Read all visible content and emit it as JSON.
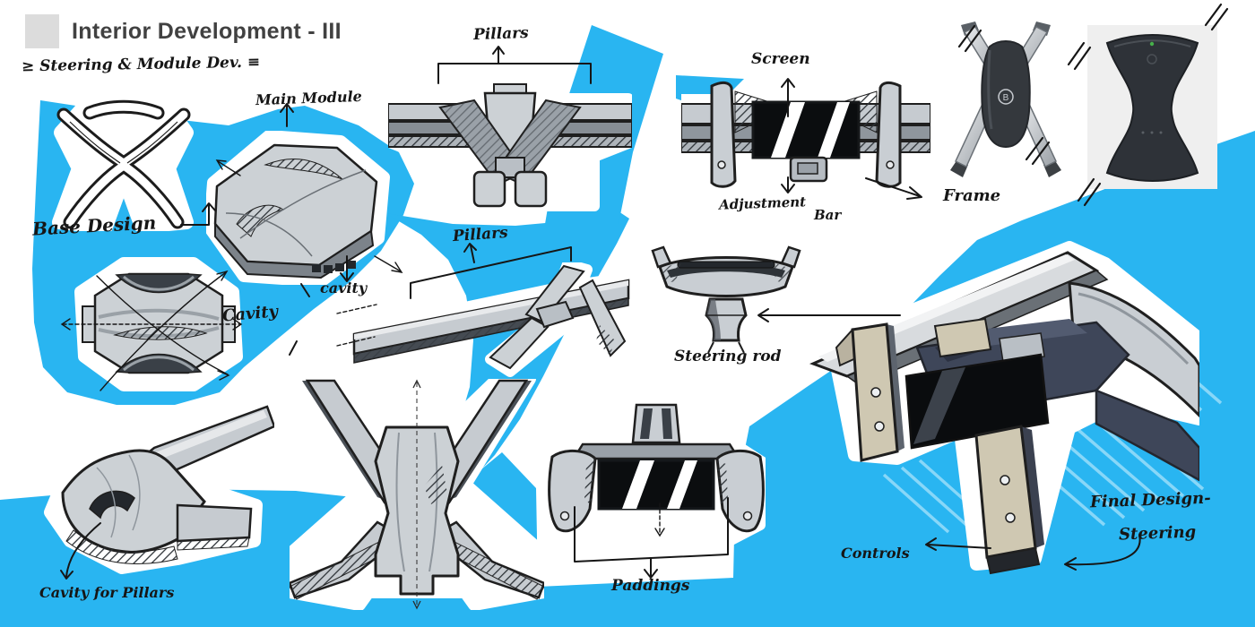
{
  "header": {
    "title": "Interior Development - III",
    "subtitle": "≥ Steering & Module Dev. ≡"
  },
  "colors": {
    "background_blue": "#29B5F1",
    "hatch_light_blue": "#8ED9F9",
    "canvas_white": "#FFFFFF",
    "ink": "#161616",
    "sketch_gray": "#C9CED3",
    "sketch_dark_gray": "#3A4047",
    "final_navy": "#3E4659",
    "final_tan": "#CFC8B2",
    "screen_black": "#0B0D0F",
    "photo_bg_gray": "#EFEFEF"
  },
  "labels": {
    "base_design": "Base Design",
    "main_module": "Main Module",
    "cavity_lower": "cavity",
    "cavity": "Cavity",
    "pillars_top": "Pillars",
    "pillars_mid": "Pillars",
    "screen": "Screen",
    "adjustment": "Adjustment",
    "bar": "Bar",
    "frame": "Frame",
    "steering_rod": "Steering rod",
    "cavity_for_pillars": "Cavity for Pillars",
    "paddings": "Paddings",
    "controls": "Controls",
    "final_design_line1": "Final Design-",
    "final_design_line2": "Steering"
  },
  "photos": {
    "brand_initial": "B"
  }
}
